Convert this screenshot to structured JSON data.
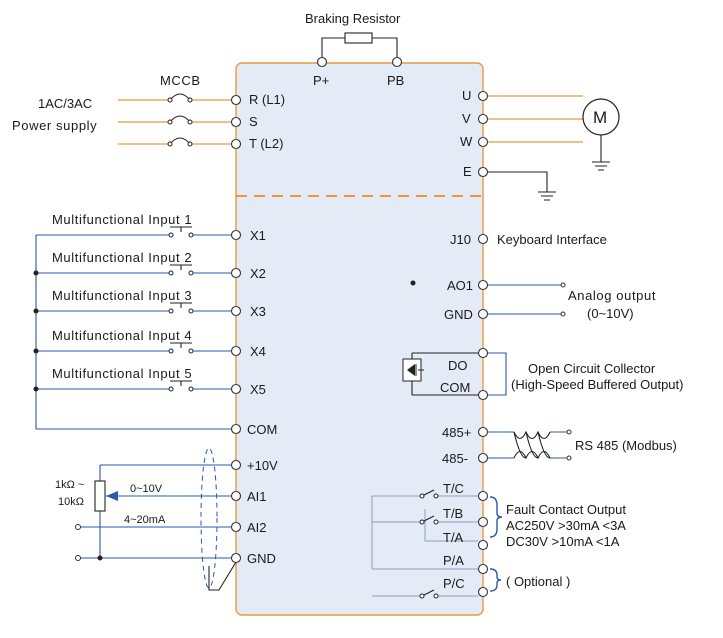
{
  "diagram": {
    "braking_resistor": "Braking Resistor",
    "p_plus": "P+",
    "pb": "PB",
    "mccb": "MCCB",
    "power_line1": "1AC/3AC",
    "power_line2": "Power supply",
    "r_label": "R  (L1)",
    "s_label": "S",
    "t_label": "T  (L2)",
    "u": "U",
    "v": "V",
    "w": "W",
    "e": "E",
    "motor": "M",
    "inputs": [
      {
        "label": "Multifunctional Input 1",
        "terminal": "X1"
      },
      {
        "label": "Multifunctional Input 2",
        "terminal": "X2"
      },
      {
        "label": "Multifunctional Input 3",
        "terminal": "X3"
      },
      {
        "label": "Multifunctional Input 4",
        "terminal": "X4"
      },
      {
        "label": "Multifunctional Input 5",
        "terminal": "X5"
      }
    ],
    "com_left": "COM",
    "plus10v": "+10V",
    "ai1": "AI1",
    "ai2": "AI2",
    "gnd_left": "GND",
    "pot_line1": "1kΩ ~",
    "pot_line2": "10kΩ",
    "v_range": "0~10V",
    "ma_range": "4~20mA",
    "j10": "J10",
    "keyboard": "Keyboard Interface",
    "ao1": "AO1",
    "gnd_right": "GND",
    "analog_output": "Analog output",
    "analog_range": "(0~10V)",
    "do": "DO",
    "com_right": "COM",
    "oc_line1": "Open Circuit Collector",
    "oc_line2": "(High-Speed Buffered Output)",
    "rs485_plus": "485+",
    "rs485_minus": "485-",
    "rs485_label": "RS 485  (Modbus)",
    "tc": "T/C",
    "tb": "T/B",
    "ta": "T/A",
    "pa": "P/A",
    "pc": "P/C",
    "fault_line1": "Fault Contact Output",
    "fault_line2": "AC250V  >30mA  <3A",
    "fault_line3": "DC30V    >10mA <1A",
    "optional": "( Optional )"
  },
  "colors": {
    "panel_fill": "#e4eaf6",
    "panel_border": "#e69a3c",
    "signal_wire": "#2a5aa8",
    "power_wire": "#e69a3c"
  }
}
